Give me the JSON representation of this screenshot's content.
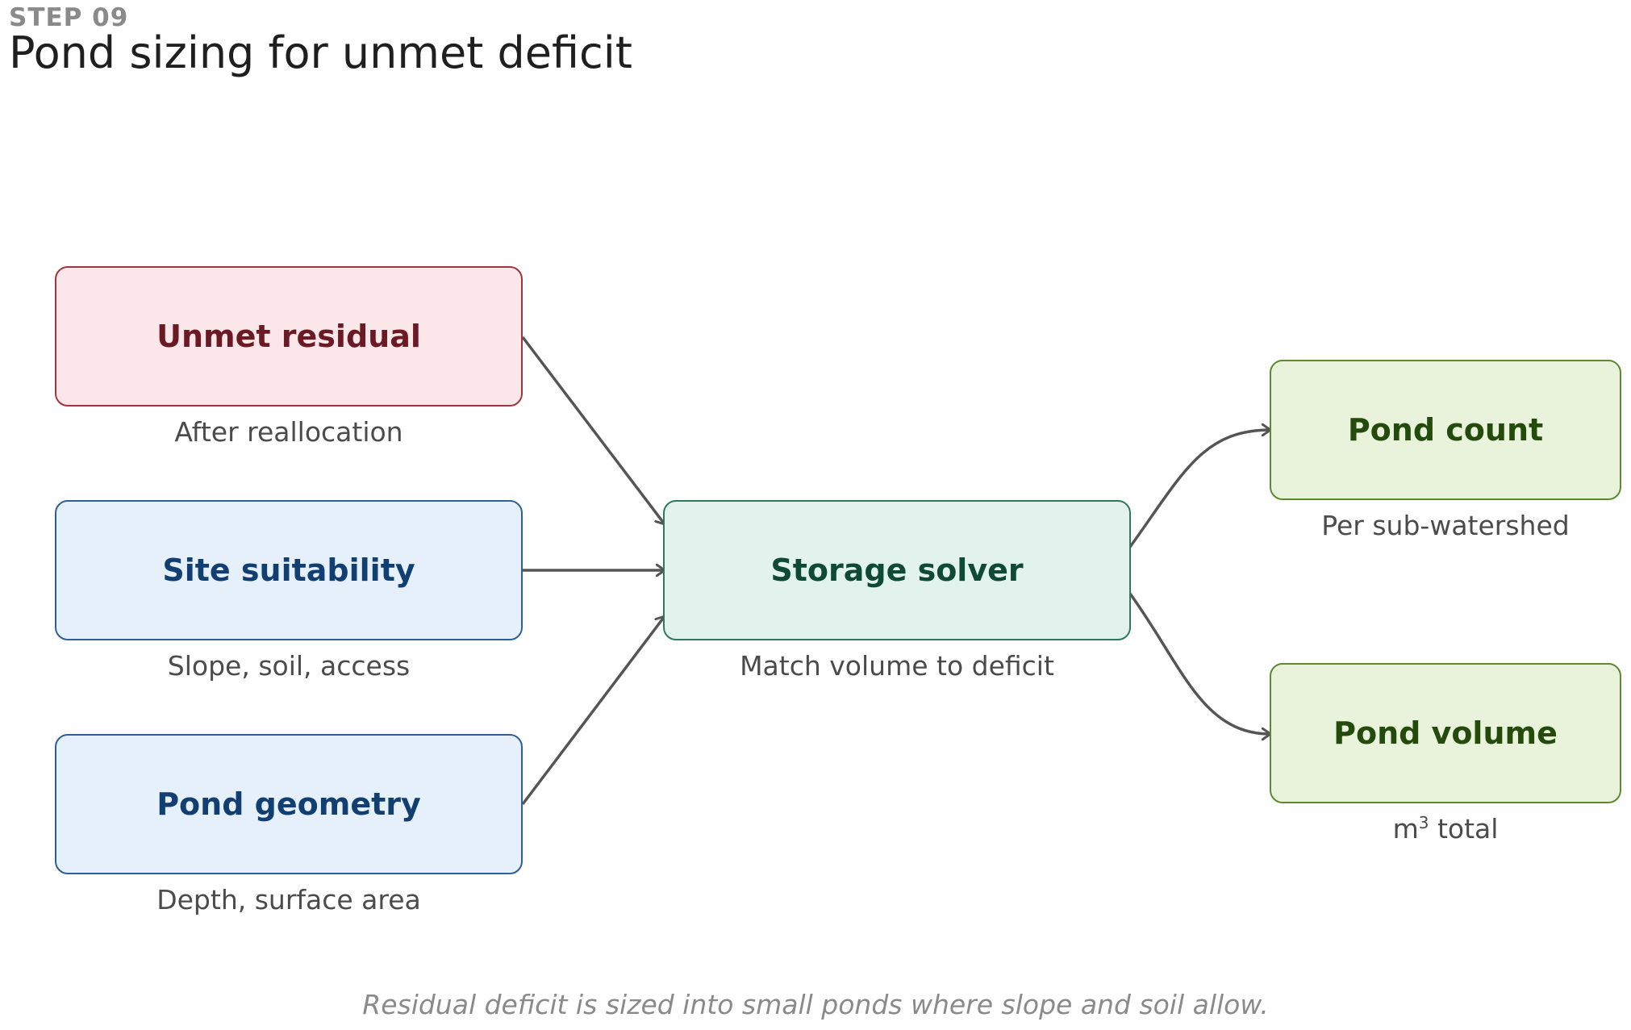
{
  "header": {
    "step": "STEP 09",
    "title": "Pond sizing for unmet deficit"
  },
  "nodes": {
    "unmet_residual": {
      "label": "Unmet residual",
      "sub": "After reallocation"
    },
    "site_suitability": {
      "label": "Site suitability",
      "sub": "Slope, soil, access"
    },
    "pond_geometry": {
      "label": "Pond geometry",
      "sub": "Depth, surface area"
    },
    "storage_solver": {
      "label": "Storage solver",
      "sub": "Match volume to deficit"
    },
    "pond_count": {
      "label": "Pond count",
      "sub": "Per sub-watershed"
    },
    "pond_volume": {
      "label": "Pond volume",
      "sub_unit": "m",
      "sub_exp": "3",
      "sub_rest": " total"
    }
  },
  "edges": [
    {
      "from": "Unmet residual",
      "to": "Storage solver"
    },
    {
      "from": "Site suitability",
      "to": "Storage solver"
    },
    {
      "from": "Pond geometry",
      "to": "Storage solver"
    },
    {
      "from": "Storage solver",
      "to": "Pond count"
    },
    {
      "from": "Storage solver",
      "to": "Pond volume"
    }
  ],
  "caption": "Residual deficit is sized into small ponds where slope and soil allow.",
  "colors": {
    "red_fill": "#fbe6ea",
    "blue_fill": "#e6f0fb",
    "teal_fill": "#e1f3ec",
    "green_fill": "#e9f3dc",
    "arrow": "#555555"
  }
}
